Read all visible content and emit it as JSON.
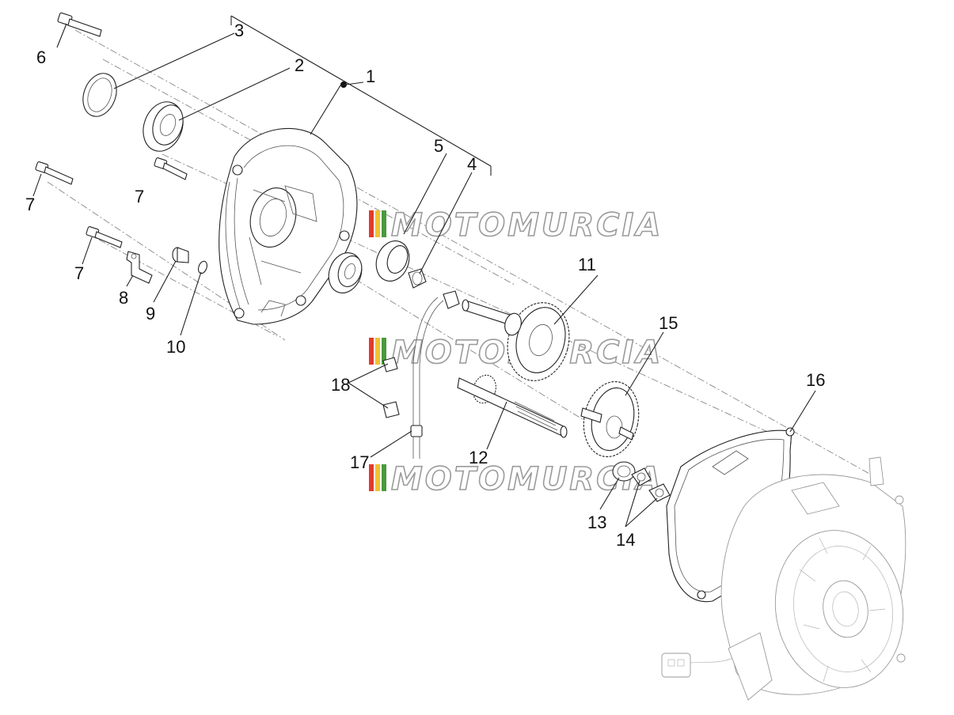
{
  "diagram": {
    "callouts": [
      {
        "id": "1",
        "label": "1"
      },
      {
        "id": "2",
        "label": "2"
      },
      {
        "id": "3",
        "label": "3"
      },
      {
        "id": "4",
        "label": "4"
      },
      {
        "id": "5",
        "label": "5"
      },
      {
        "id": "6",
        "label": "6"
      },
      {
        "id": "7a",
        "label": "7"
      },
      {
        "id": "7b",
        "label": "7"
      },
      {
        "id": "7c",
        "label": "7"
      },
      {
        "id": "8",
        "label": "8"
      },
      {
        "id": "9",
        "label": "9"
      },
      {
        "id": "10",
        "label": "10"
      },
      {
        "id": "11",
        "label": "11"
      },
      {
        "id": "12",
        "label": "12"
      },
      {
        "id": "13",
        "label": "13"
      },
      {
        "id": "14",
        "label": "14"
      },
      {
        "id": "15",
        "label": "15"
      },
      {
        "id": "16",
        "label": "16"
      },
      {
        "id": "17",
        "label": "17"
      },
      {
        "id": "18",
        "label": "18"
      }
    ],
    "watermark": {
      "text": "MOTOMURCIA",
      "colors": [
        "#e33a2c",
        "#f2c230",
        "#4a9a3c"
      ]
    }
  }
}
